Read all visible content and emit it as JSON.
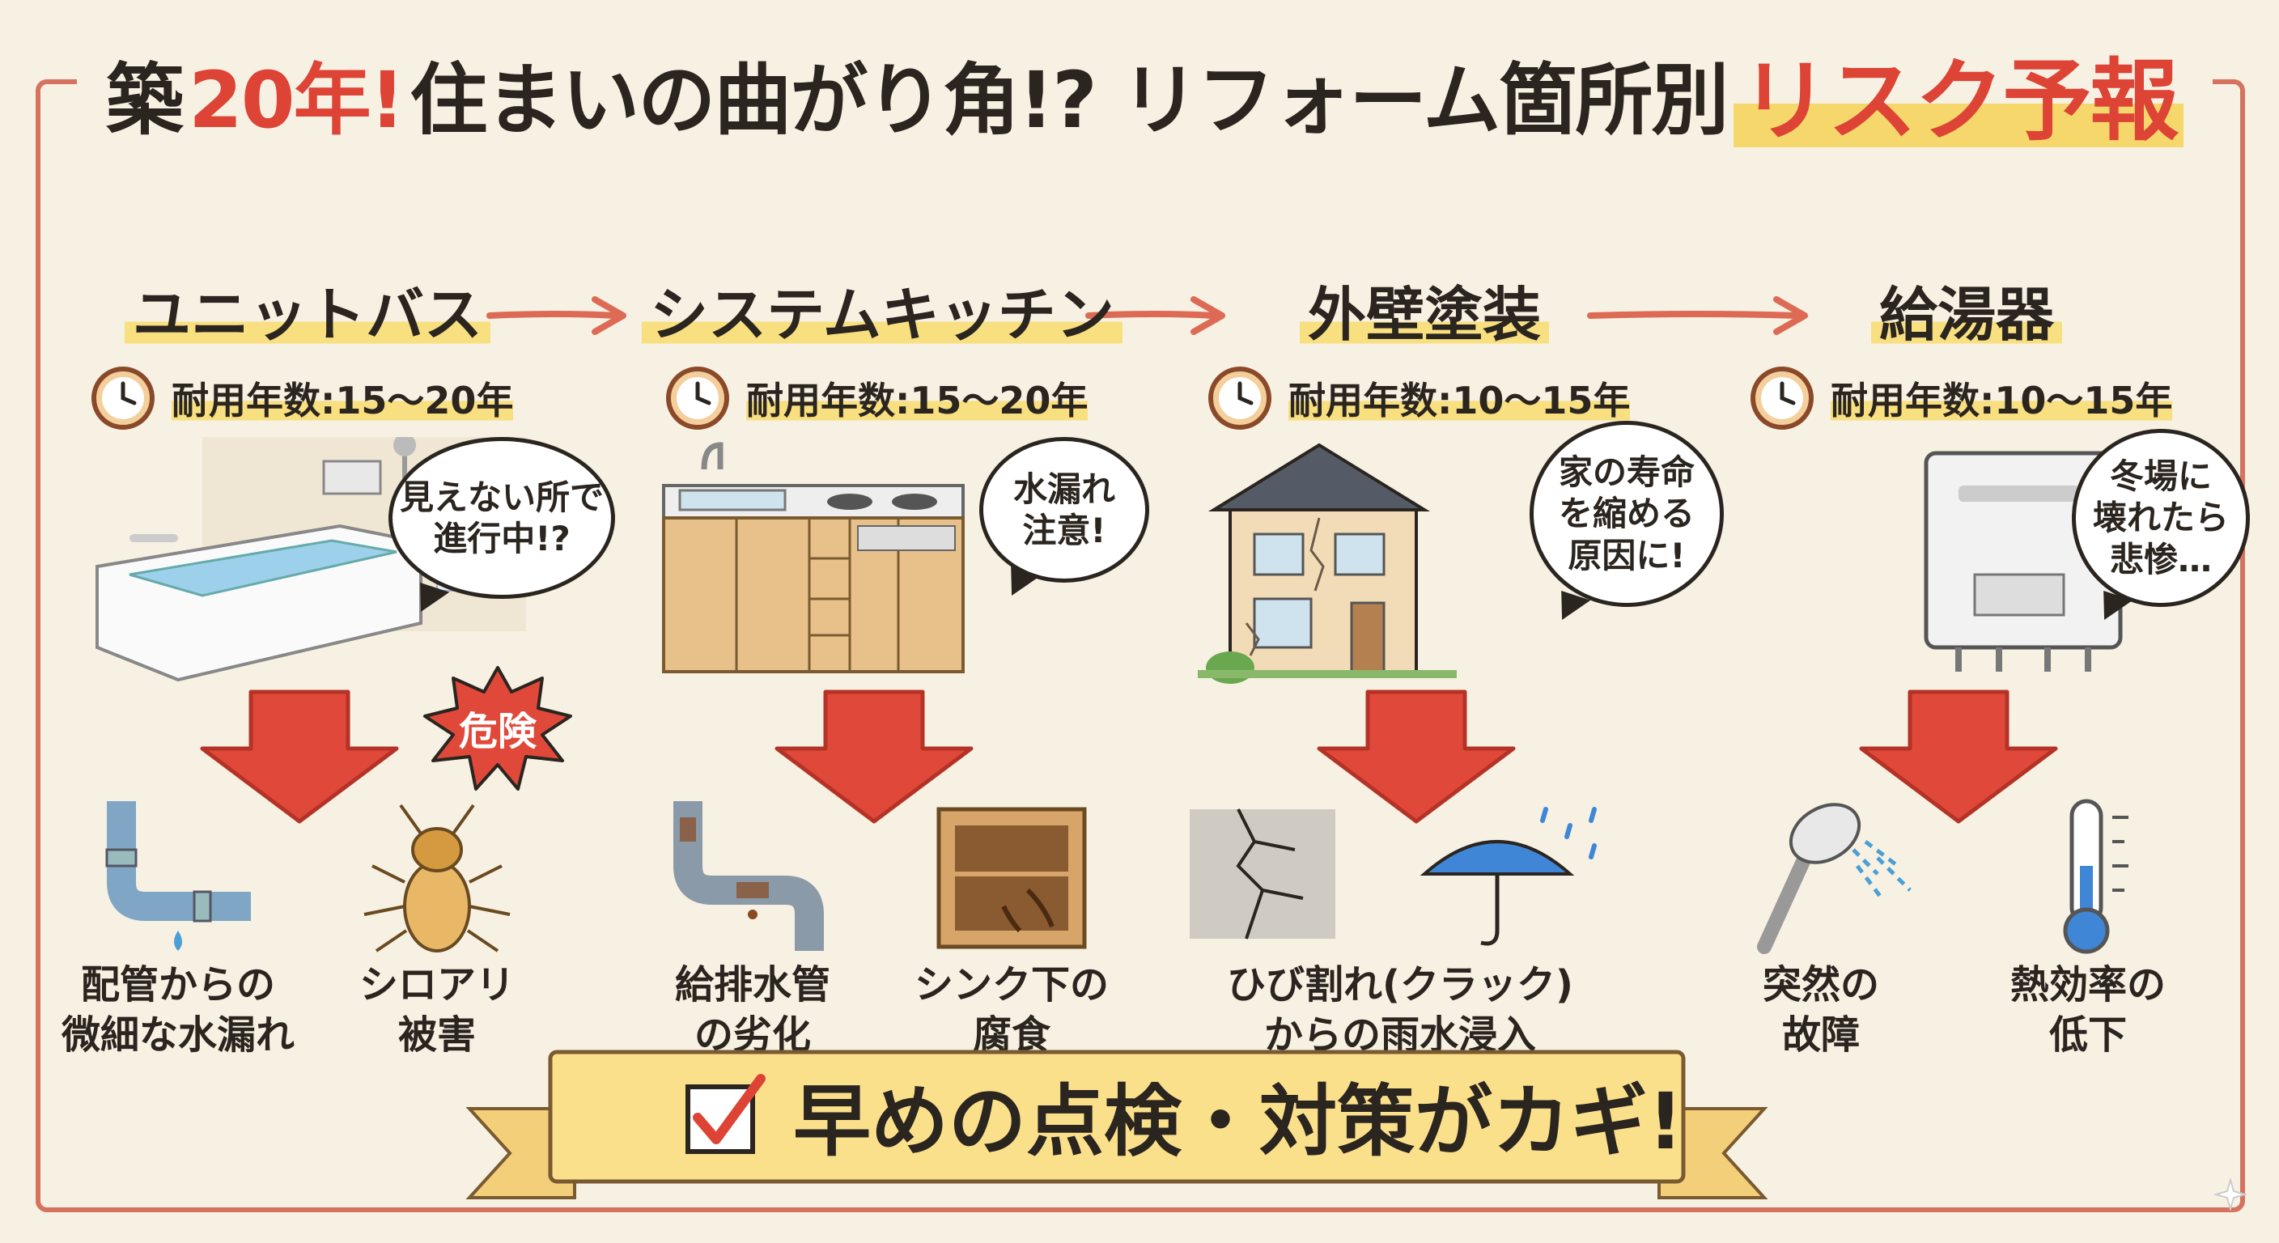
{
  "title": {
    "part1": "築",
    "part2": "20年!",
    "part3": " 住まいの曲がり角!? リフォーム箇所別 ",
    "highlight": "リスク予報"
  },
  "columns": [
    {
      "heading": "ユニットバス",
      "lifespan": "耐用年数:15〜20年",
      "bubble": "見えない所で\n進行中!?",
      "consequences": [
        {
          "label": "配管からの\n微細な水漏れ",
          "icon": "leaking-pipe-icon"
        },
        {
          "label": "シロアリ\n被害",
          "icon": "termite-icon"
        }
      ],
      "badge": "危険"
    },
    {
      "heading": "システムキッチン",
      "lifespan": "耐用年数:15〜20年",
      "bubble": "水漏れ\n注意!",
      "consequences": [
        {
          "label": "給排水管\nの劣化",
          "icon": "rusty-pipe-icon"
        },
        {
          "label": "シンク下の\n腐食",
          "icon": "cabinet-icon"
        }
      ]
    },
    {
      "heading": "外壁塗装",
      "lifespan": "耐用年数:10〜15年",
      "bubble": "家の寿命\nを縮める\n原因に!",
      "consequences": [
        {
          "label": "ひび割れ(クラック)\nからの雨水浸入",
          "icon": "crack-icon"
        }
      ]
    },
    {
      "heading": "給湯器",
      "lifespan": "耐用年数:10〜15年",
      "bubble": "冬場に\n壊れたら\n悲惨…",
      "consequences": [
        {
          "label": "突然の\n故障",
          "icon": "shower-icon"
        },
        {
          "label": "熱効率の\n低下",
          "icon": "thermometer-icon"
        }
      ]
    }
  ],
  "banner": "早めの点検・対策がカギ!",
  "colors": {
    "accent_red": "#dd4436",
    "highlight_yellow": "#f8df80",
    "frame": "#d6735f",
    "background": "#f7f1e3"
  }
}
